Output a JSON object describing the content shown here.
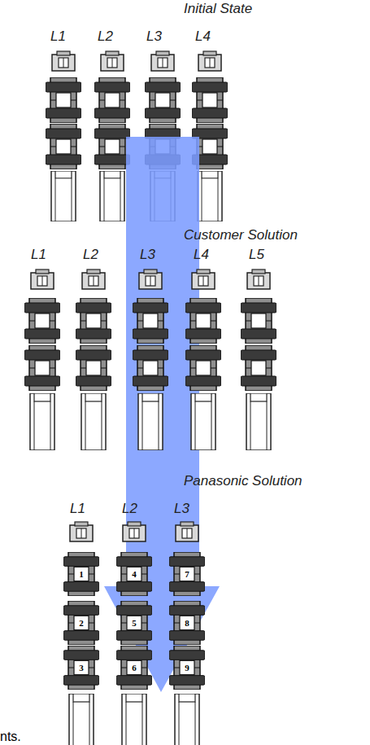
{
  "diagram": {
    "labels": [
      "Initial State",
      "L1",
      "L2",
      "L3",
      "L4",
      "Customer Solution",
      "L1",
      "L2",
      "L3",
      "L4",
      "L5",
      "Panasonic Solution",
      "L1",
      "L2",
      "L3",
      "1",
      "2",
      "3",
      "4",
      "5",
      "6",
      "7",
      "8",
      "9",
      "nts."
    ]
  }
}
